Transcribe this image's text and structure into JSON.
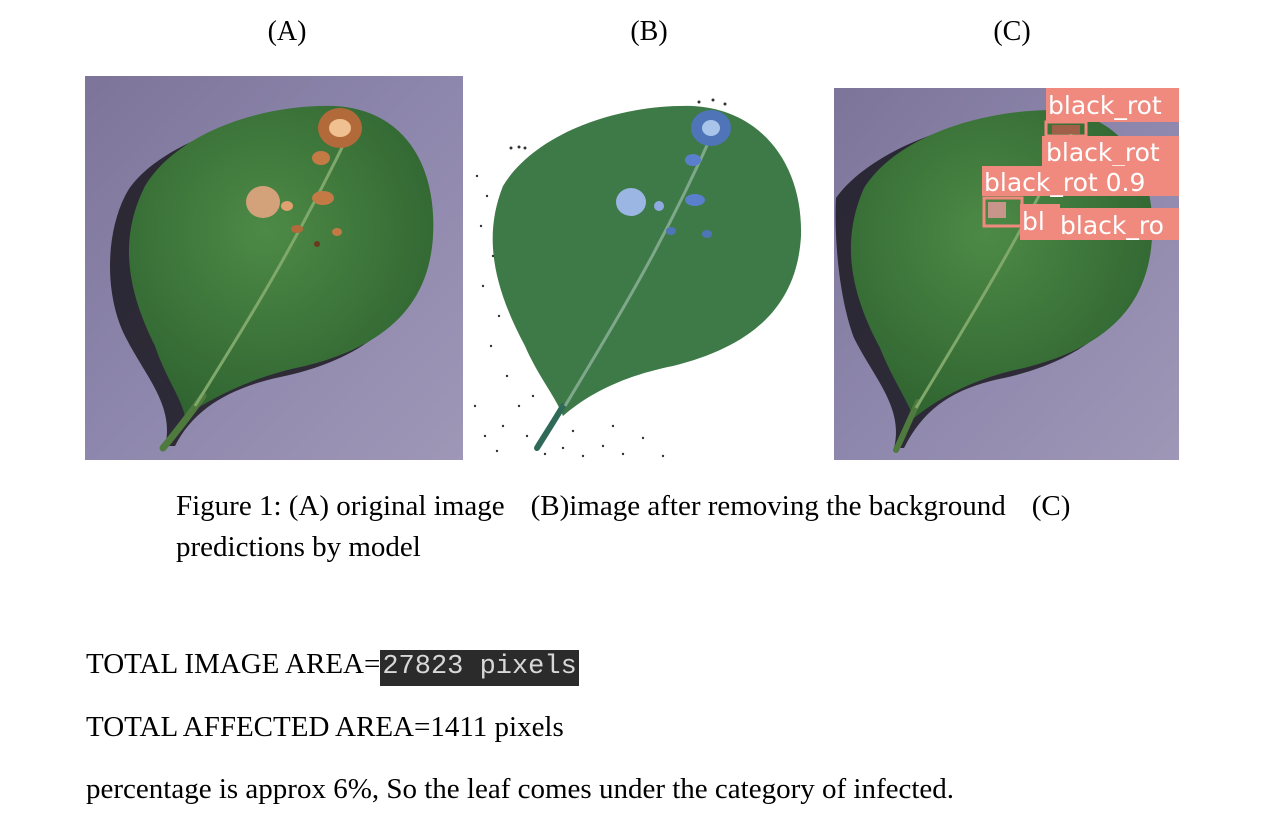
{
  "figure": {
    "panels": [
      {
        "label": "(A)"
      },
      {
        "label": "(B)"
      },
      {
        "label": "(C)"
      }
    ],
    "detections": [
      "black_rot",
      "black_rot",
      "black_rot 0.9",
      "bl",
      "black_ro"
    ],
    "caption_part_a": "Figure 1: (A) original image",
    "caption_part_b": "(B)image after removing the background",
    "caption_part_c": "(C)",
    "caption_line2": "predictions by model"
  },
  "stats": {
    "total_label": "TOTAL IMAGE AREA=",
    "total_value": "27823 pixels",
    "affected_text": "TOTAL AFFECTED AREA=1411 pixels",
    "conclusion": "percentage is approx 6%, So the leaf comes under the category of infected."
  },
  "colors": {
    "leaf": "#3f7a3c",
    "background": "#8a82a8",
    "lesion": "#c47a45",
    "detection_box": "#f08a7e"
  }
}
